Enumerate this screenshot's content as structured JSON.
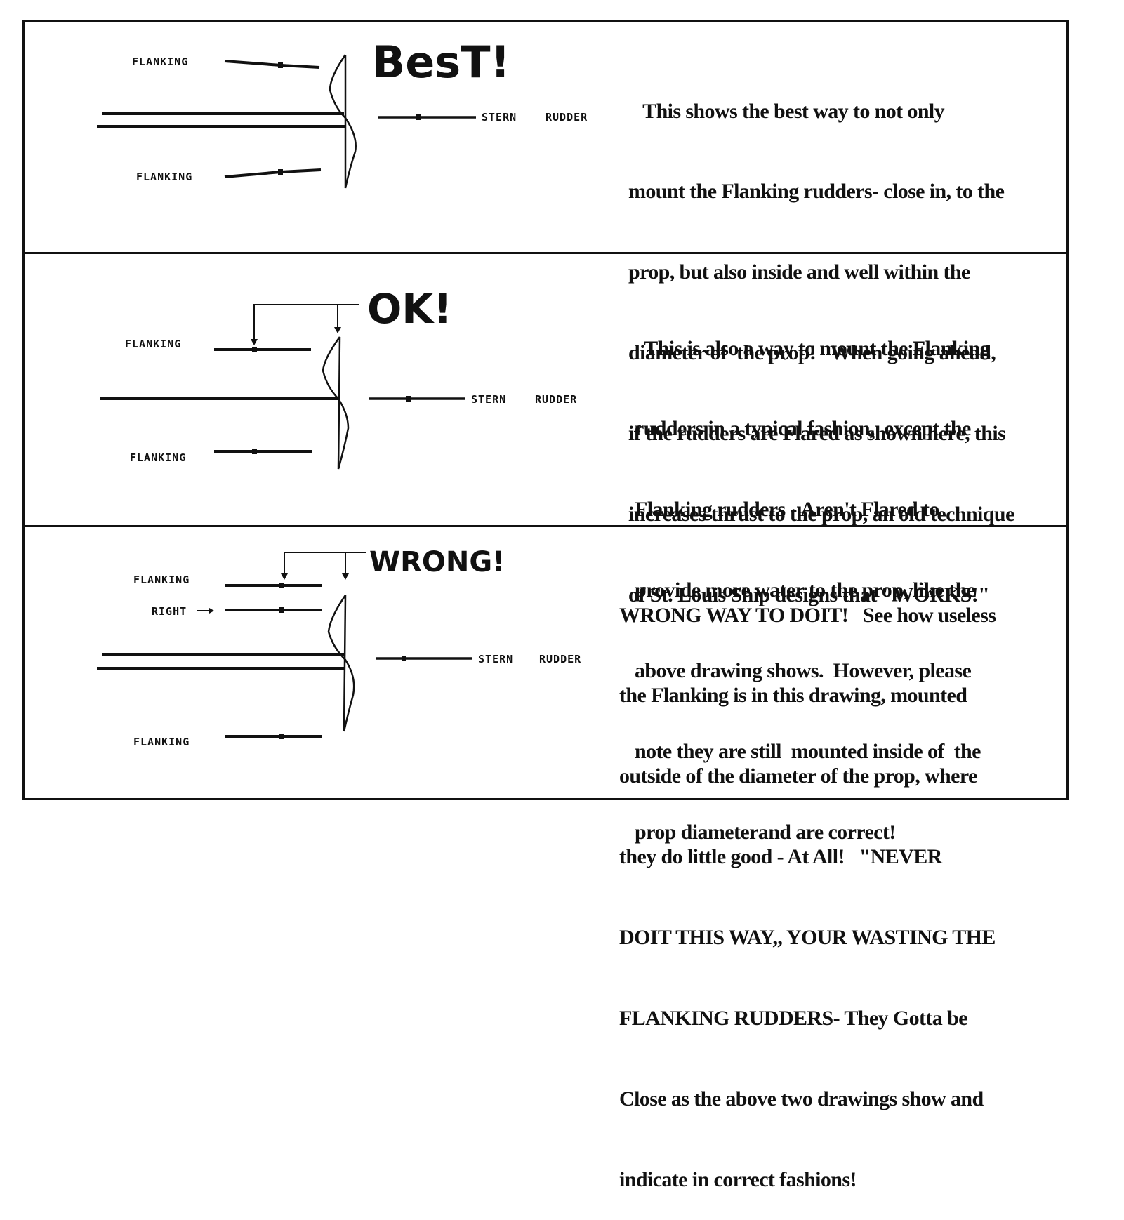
{
  "panels": [
    {
      "rating": "BesT!",
      "labels": {
        "flanking_top": "FLANKING",
        "flanking_bottom": "FLANKING",
        "stern": "STERN",
        "rudder": "RUDDER"
      },
      "text_lines": [
        "   This shows the best way to not only",
        "mount the Flanking rudders- close in, to the",
        "prop, but also inside and well within the",
        "diameter of  the prop!   When going ahead,",
        "if the rudders are Flared as shown here, this",
        "increases thrust to the prop, an old technique",
        "of St. Louis Ship designs that \"WORKS!\""
      ]
    },
    {
      "rating": "OK!",
      "labels": {
        "flanking_top": "FLANKING",
        "flanking_bottom": "FLANKING",
        "stern": "STERN",
        "rudder": "RUDDER"
      },
      "text_lines": [
        "  This is also a way to mount the Flanking",
        "rudders in a typical fashion,  except the",
        "Flanking rudders - Aren't Flared to",
        "provide more water to the prop, like the",
        "above drawing shows.  However, please",
        "note they are still  mounted inside of  the",
        "prop diameterand are correct!"
      ]
    },
    {
      "rating": "WRONG!",
      "labels": {
        "flanking_top": "FLANKING",
        "right": "RIGHT",
        "flanking_bottom": "FLANKING",
        "stern": "STERN",
        "rudder": "RUDDER"
      },
      "text_lines": [
        "WRONG WAY TO DOIT!   See how useless",
        "the Flanking is in this drawing, mounted",
        "outside of the diameter of the prop, where",
        "they do little good - At All!   \"NEVER",
        "DOIT THIS WAY,, YOUR WASTING THE",
        "FLANKING RUDDERS- They Gotta be",
        "Close as the above two drawings show and",
        "indicate in correct fashions!"
      ]
    }
  ]
}
